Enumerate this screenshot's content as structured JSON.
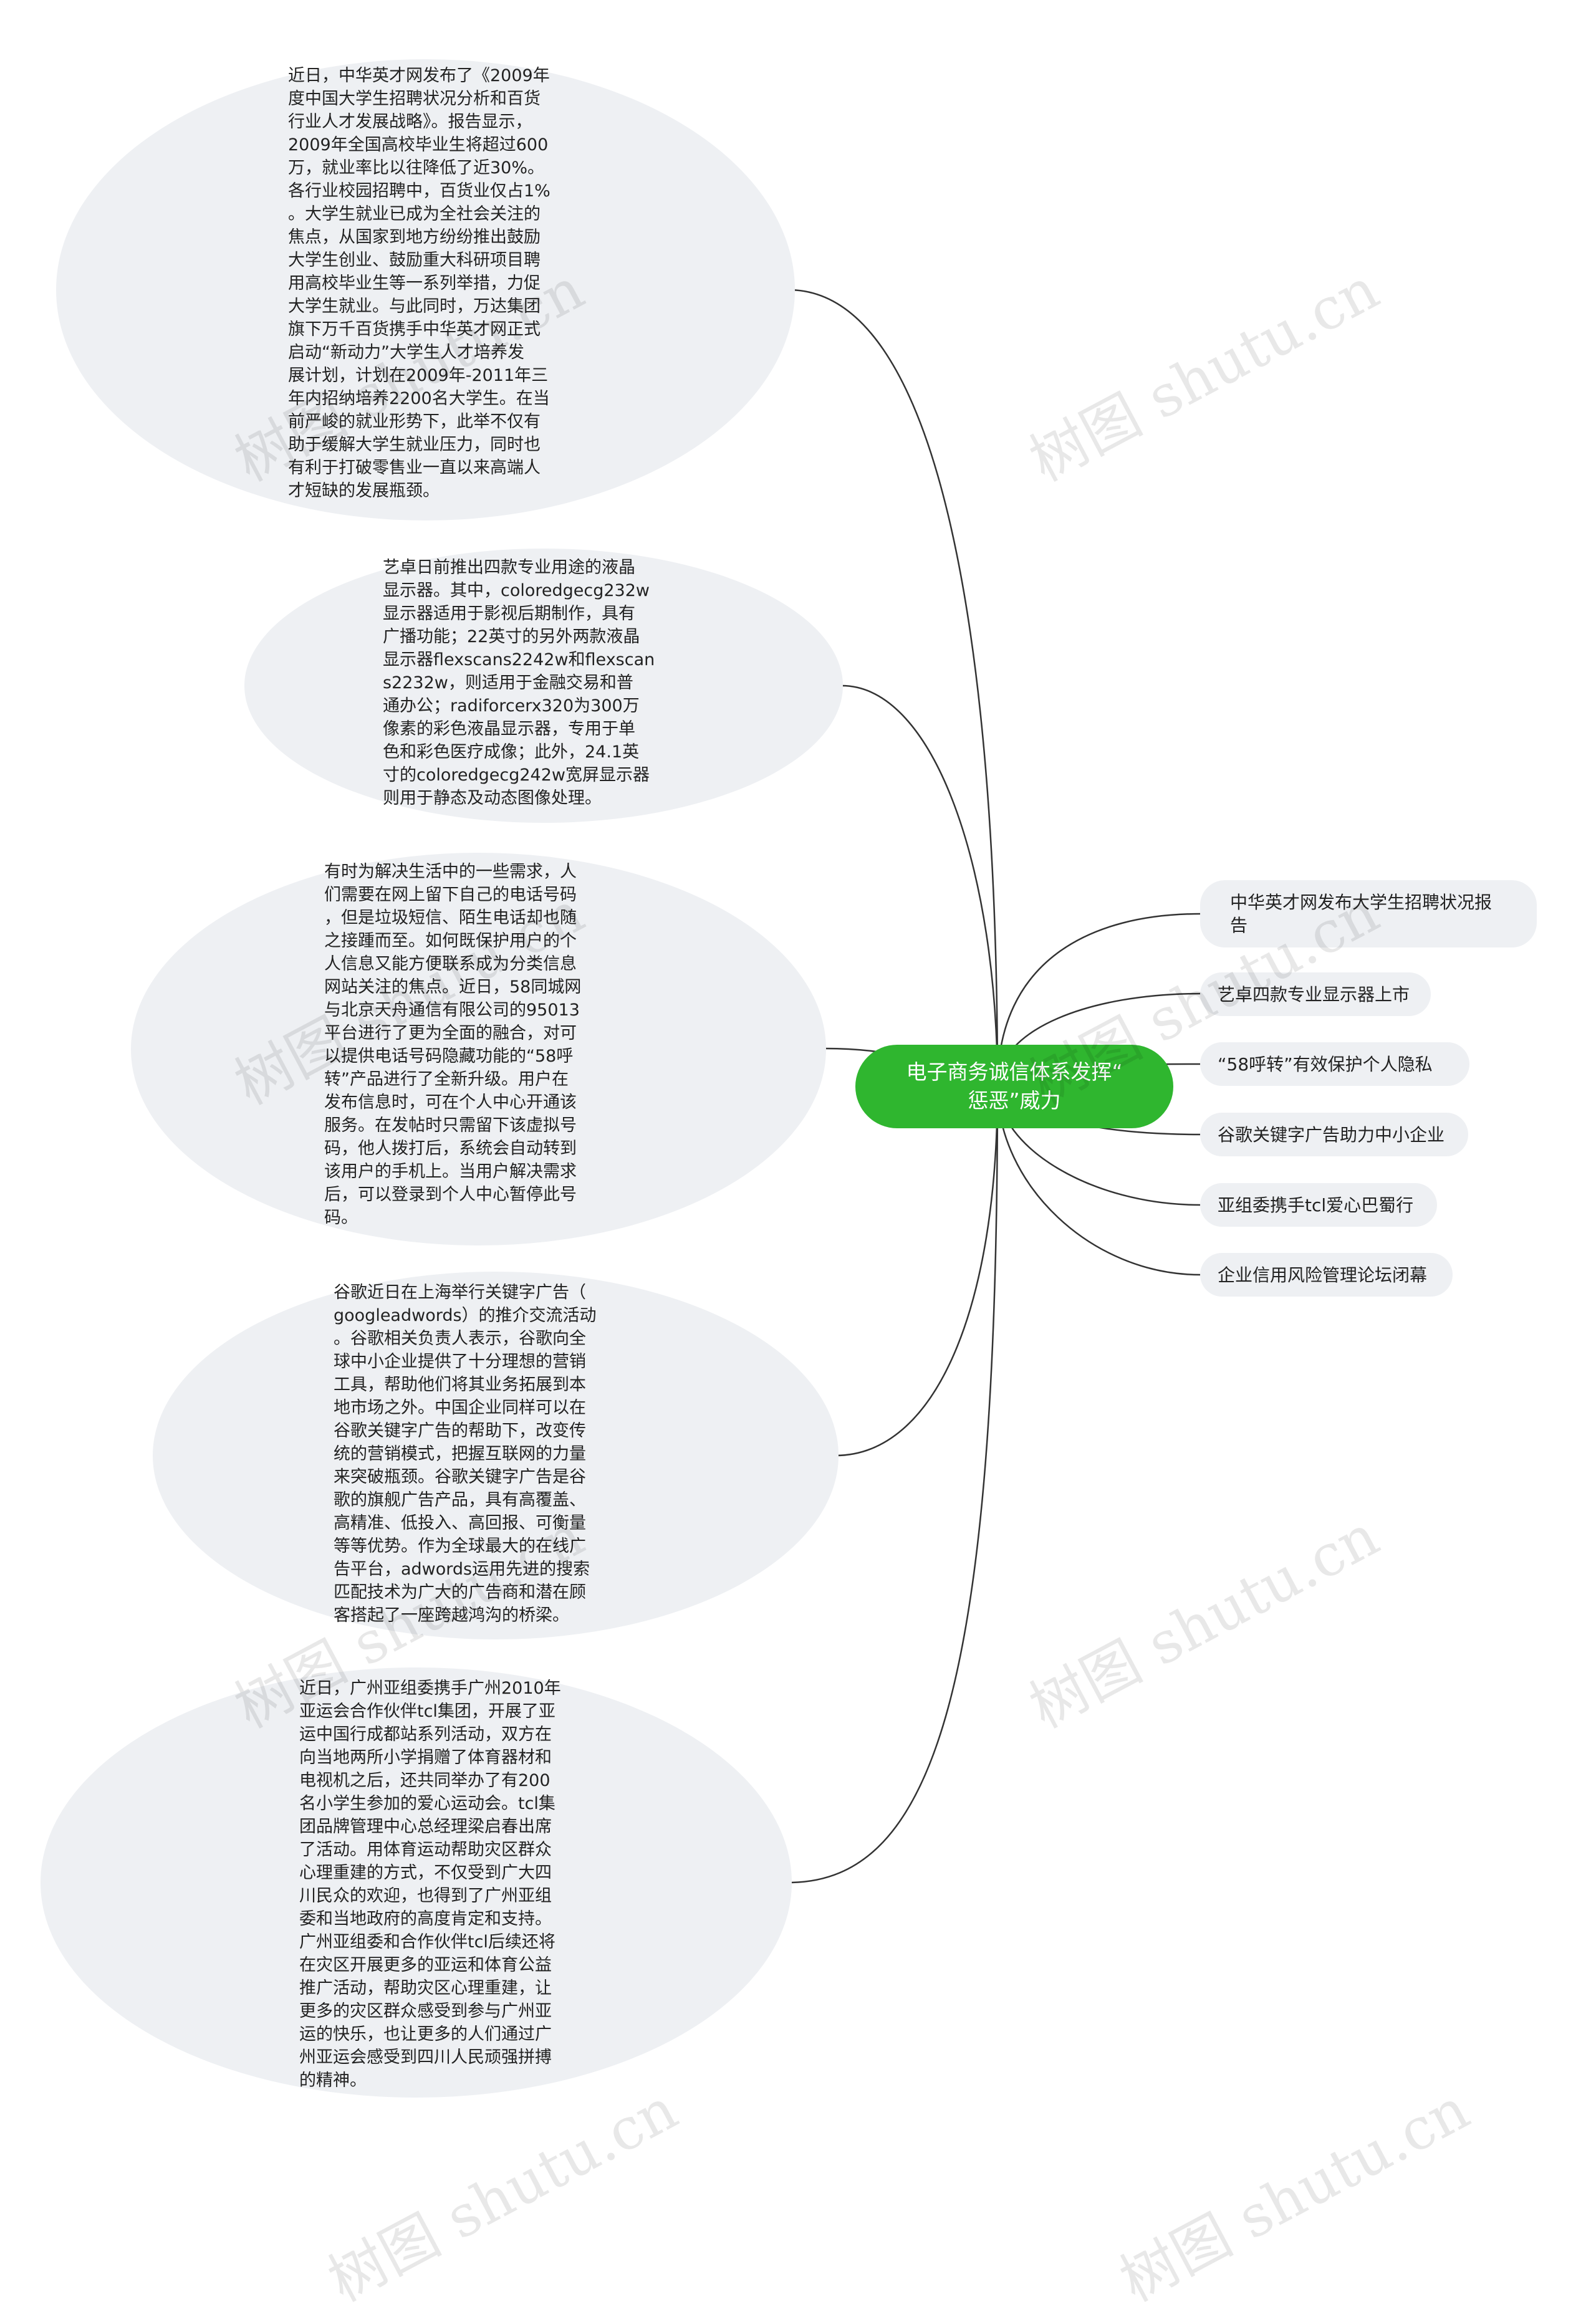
{
  "center": {
    "title": "电子商务诚信体系发挥“\n惩恶”威力"
  },
  "right_topics": [
    {
      "label": "中华英才网发布大学生招聘状况报\n告"
    },
    {
      "label": "艺卓四款专业显示器上市"
    },
    {
      "label": "“58呼转”有效保护个人隐私"
    },
    {
      "label": "谷歌关键字广告助力中小企业"
    },
    {
      "label": "亚组委携手tcl爱心巴蜀行"
    },
    {
      "label": "企业信用风险管理论坛闭幕"
    }
  ],
  "left_details": [
    {
      "text": "近日，中华英才网发布了《2009年\n度中国大学生招聘状况分析和百货\n行业人才发展战略》。报告显示，\n2009年全国高校毕业生将超过600\n万，就业率比以往降低了近30%。\n各行业校园招聘中，百货业仅占1%\n。大学生就业已成为全社会关注的\n焦点，从国家到地方纷纷推出鼓励\n大学生创业、鼓励重大科研项目聘\n用高校毕业生等一系列举措，力促\n大学生就业。与此同时，万达集团\n旗下万千百货携手中华英才网正式\n启动“新动力”大学生人才培养发\n展计划，计划在2009年-2011年三\n年内招纳培养2200名大学生。在当\n前严峻的就业形势下，此举不仅有\n助于缓解大学生就业压力，同时也\n有利于打破零售业一直以来高端人\n才短缺的发展瓶颈。"
    },
    {
      "text": "艺卓日前推出四款专业用途的液晶\n显示器。其中，coloredgecg232w\n显示器适用于影视后期制作，具有\n广播功能；22英寸的另外两款液晶\n显示器flexscans2242w和flexscan\ns2232w，则适用于金融交易和普\n通办公；radiforcerx320为300万\n像素的彩色液晶显示器，专用于单\n色和彩色医疗成像；此外，24.1英\n寸的coloredgecg242w宽屏显示器\n则用于静态及动态图像处理。"
    },
    {
      "text": "有时为解决生活中的一些需求，人\n们需要在网上留下自己的电话号码\n，但是垃圾短信、陌生电话却也随\n之接踵而至。如何既保护用户的个\n人信息又能方便联系成为分类信息\n网站关注的焦点。近日，58同城网\n与北京天舟通信有限公司的95013\n平台进行了更为全面的融合，对可\n以提供电话号码隐藏功能的“58呼\n转”产品进行了全新升级。用户在\n发布信息时，可在个人中心开通该\n服务。在发帖时只需留下该虚拟号\n码，他人拨打后，系统会自动转到\n该用户的手机上。当用户解决需求\n后，可以登录到个人中心暂停此号\n码。"
    },
    {
      "text": "谷歌近日在上海举行关键字广告（\ngoogleadwords）的推介交流活动\n。谷歌相关负责人表示，谷歌向全\n球中小企业提供了十分理想的营销\n工具，帮助他们将其业务拓展到本\n地市场之外。中国企业同样可以在\n谷歌关键字广告的帮助下，改变传\n统的营销模式，把握互联网的力量\n来突破瓶颈。谷歌关键字广告是谷\n歌的旗舰广告产品，具有高覆盖、\n高精准、低投入、高回报、可衡量\n等等优势。作为全球最大的在线广\n告平台，adwords运用先进的搜索\n匹配技术为广大的广告商和潜在顾\n客搭起了一座跨越鸿沟的桥梁。"
    },
    {
      "text": "近日，广州亚组委携手广州2010年\n亚运会合作伙伴tcl集团，开展了亚\n运中国行成都站系列活动，双方在\n向当地两所小学捐赠了体育器材和\n电视机之后，还共同举办了有200\n名小学生参加的爱心运动会。tcl集\n团品牌管理中心总经理梁启春出席\n了活动。用体育运动帮助灾区群众\n心理重建的方式，不仅受到广大四\n川民众的欢迎，也得到了广州亚组\n委和当地政府的高度肯定和支持。\n广州亚组委和合作伙伴tcl后续还将\n在灾区开展更多的亚运和体育公益\n推广活动，帮助灾区心理重建，让\n更多的灾区群众感受到参与广州亚\n运的快乐，也让更多的人们通过广\n州亚运会感受到四川人民顽强拼搏\n的精神。"
    }
  ],
  "watermark": {
    "text": "树图 shutu.cn"
  }
}
